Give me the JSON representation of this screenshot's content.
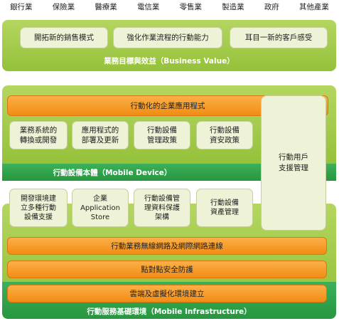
{
  "industries": [
    "銀行業",
    "保險業",
    "醫療業",
    "電信業",
    "零售業",
    "製造業",
    "政府",
    "其他產業"
  ],
  "business_value": {
    "cards": [
      "開拓新的銷售模式",
      "強化作業流程的行動能力",
      "耳目一新的客戶感受"
    ],
    "label": "業務目標與效益（Business Value）"
  },
  "mobile_device": {
    "header": "行動化的企業應用程式",
    "cards": [
      "業務系統的\n轉換或開發",
      "應用程式的\n部署及更新",
      "行動設備\n管理政策",
      "行動設備\n資安政策"
    ],
    "label": "行動設備本體（Mobile Device）"
  },
  "mobile_support": "行動用戶\n支援管理",
  "mobile_infrastructure": {
    "cards": [
      "開發環境建\n立多種行動\n設備支援",
      "企業\nApplication\nStore",
      "行動設備管\n理資料保護\n架構",
      "行動設備\n資產管理"
    ],
    "bars": [
      "行動業務無線網路及網際網路連線",
      "點對點安全防護",
      "雲端及虛擬化環境建立"
    ],
    "label": "行動服務基礎環境（Mobile Infrastructure）"
  },
  "colors": {
    "green_light": "#9cc63f",
    "green_dark": "#2ea24b",
    "orange": "#f5961e",
    "card": "#eef2d6"
  }
}
